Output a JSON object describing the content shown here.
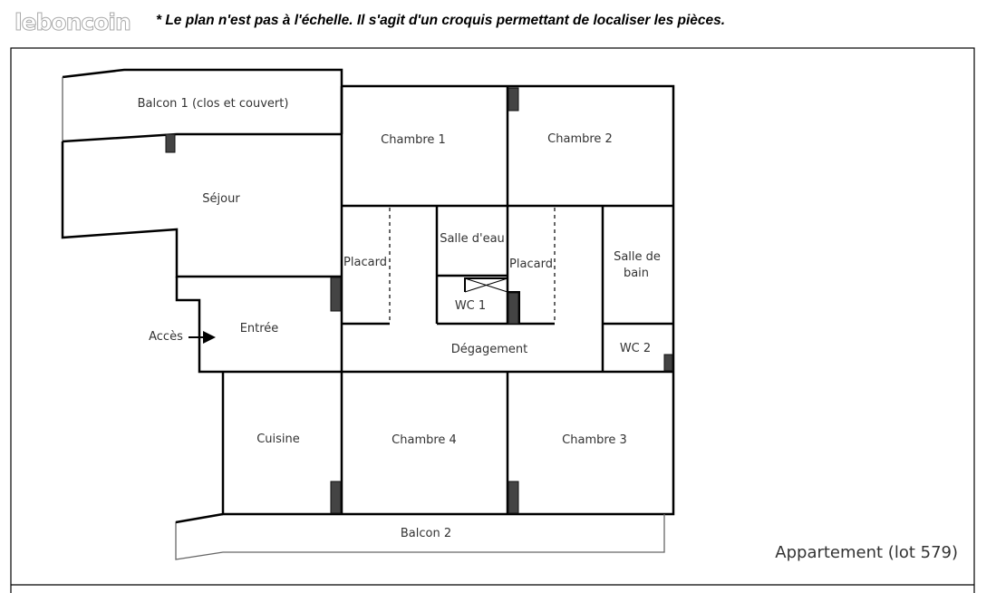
{
  "note": "* Le plan n'est pas à l'échelle. Il s'agit d'un croquis permettant de localiser les pièces.",
  "watermark": "leboncoin",
  "caption": "Appartement (lot 579)",
  "rooms": {
    "balcon1": "Balcon 1 (clos et couvert)",
    "sejour": "Séjour",
    "chambre1": "Chambre 1",
    "chambre2": "Chambre 2",
    "placard1": "Placard",
    "salle_eau": "Salle d'eau",
    "placard2": "Placard",
    "salle_bain_1": "Salle de",
    "salle_bain_2": "bain",
    "wc1": "WC 1",
    "entree": "Entrée",
    "degagement": "Dégagement",
    "wc2": "WC 2",
    "cuisine": "Cuisine",
    "chambre4": "Chambre 4",
    "chambre3": "Chambre 3",
    "balcon2": "Balcon 2"
  },
  "access_label": "Accès"
}
